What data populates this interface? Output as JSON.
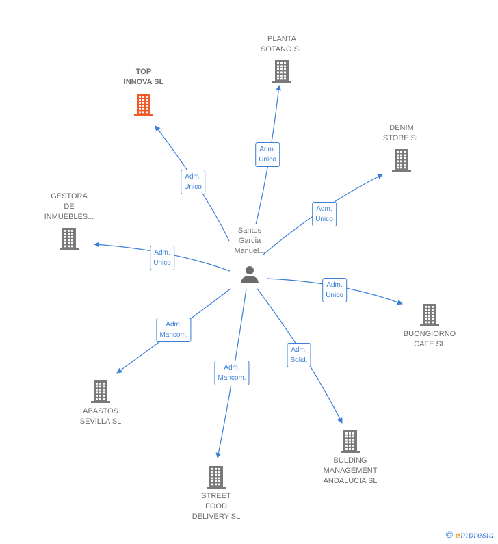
{
  "center": {
    "label_lines": [
      "Santos",
      "Garcia",
      "Manuel..."
    ],
    "icon": "person-icon"
  },
  "nodes": [
    {
      "id": "top-innova",
      "lines": [
        "TOP",
        "INNOVA  SL"
      ],
      "highlight": true,
      "color": "#f05a28"
    },
    {
      "id": "planta-sotano",
      "lines": [
        "PLANTA",
        "SOTANO SL"
      ],
      "highlight": false,
      "color": "#7a7a7a"
    },
    {
      "id": "denim-store",
      "lines": [
        "DENIM",
        "STORE  SL"
      ],
      "highlight": false,
      "color": "#7a7a7a"
    },
    {
      "id": "gestora",
      "lines": [
        "GESTORA",
        "DE",
        "INMUEBLES..."
      ],
      "highlight": false,
      "color": "#7a7a7a"
    },
    {
      "id": "buongiorno",
      "lines": [
        "BUONGIORNO",
        "CAFE  SL"
      ],
      "highlight": false,
      "color": "#7a7a7a"
    },
    {
      "id": "abastos",
      "lines": [
        "ABASTOS",
        "SEVILLA  SL"
      ],
      "highlight": false,
      "color": "#7a7a7a"
    },
    {
      "id": "street-food",
      "lines": [
        "STREET",
        "FOOD",
        "DELIVERY  SL"
      ],
      "highlight": false,
      "color": "#7a7a7a"
    },
    {
      "id": "bulding",
      "lines": [
        "BULDING",
        "MANAGEMENT",
        "ANDALUCIA  SL"
      ],
      "highlight": false,
      "color": "#7a7a7a"
    }
  ],
  "edges": [
    {
      "to": "top-innova",
      "lines": [
        "Adm.",
        "Unico"
      ]
    },
    {
      "to": "planta-sotano",
      "lines": [
        "Adm.",
        "Unico"
      ]
    },
    {
      "to": "denim-store",
      "lines": [
        "Adm.",
        "Unico"
      ]
    },
    {
      "to": "gestora",
      "lines": [
        "Adm.",
        "Unico"
      ]
    },
    {
      "to": "buongiorno",
      "lines": [
        "Adm.",
        "Unico"
      ]
    },
    {
      "to": "abastos",
      "lines": [
        "Adm.",
        "Mancom."
      ]
    },
    {
      "to": "street-food",
      "lines": [
        "Adm.",
        "Mancom."
      ]
    },
    {
      "to": "bulding",
      "lines": [
        "Adm.",
        "Solid."
      ]
    }
  ],
  "footer": {
    "copyright": "©",
    "brand_initial": "e",
    "brand_rest": "mpresia"
  },
  "colors": {
    "edge": "#3a7fd5",
    "building": "#7a7a7a",
    "highlight": "#f05a28"
  }
}
